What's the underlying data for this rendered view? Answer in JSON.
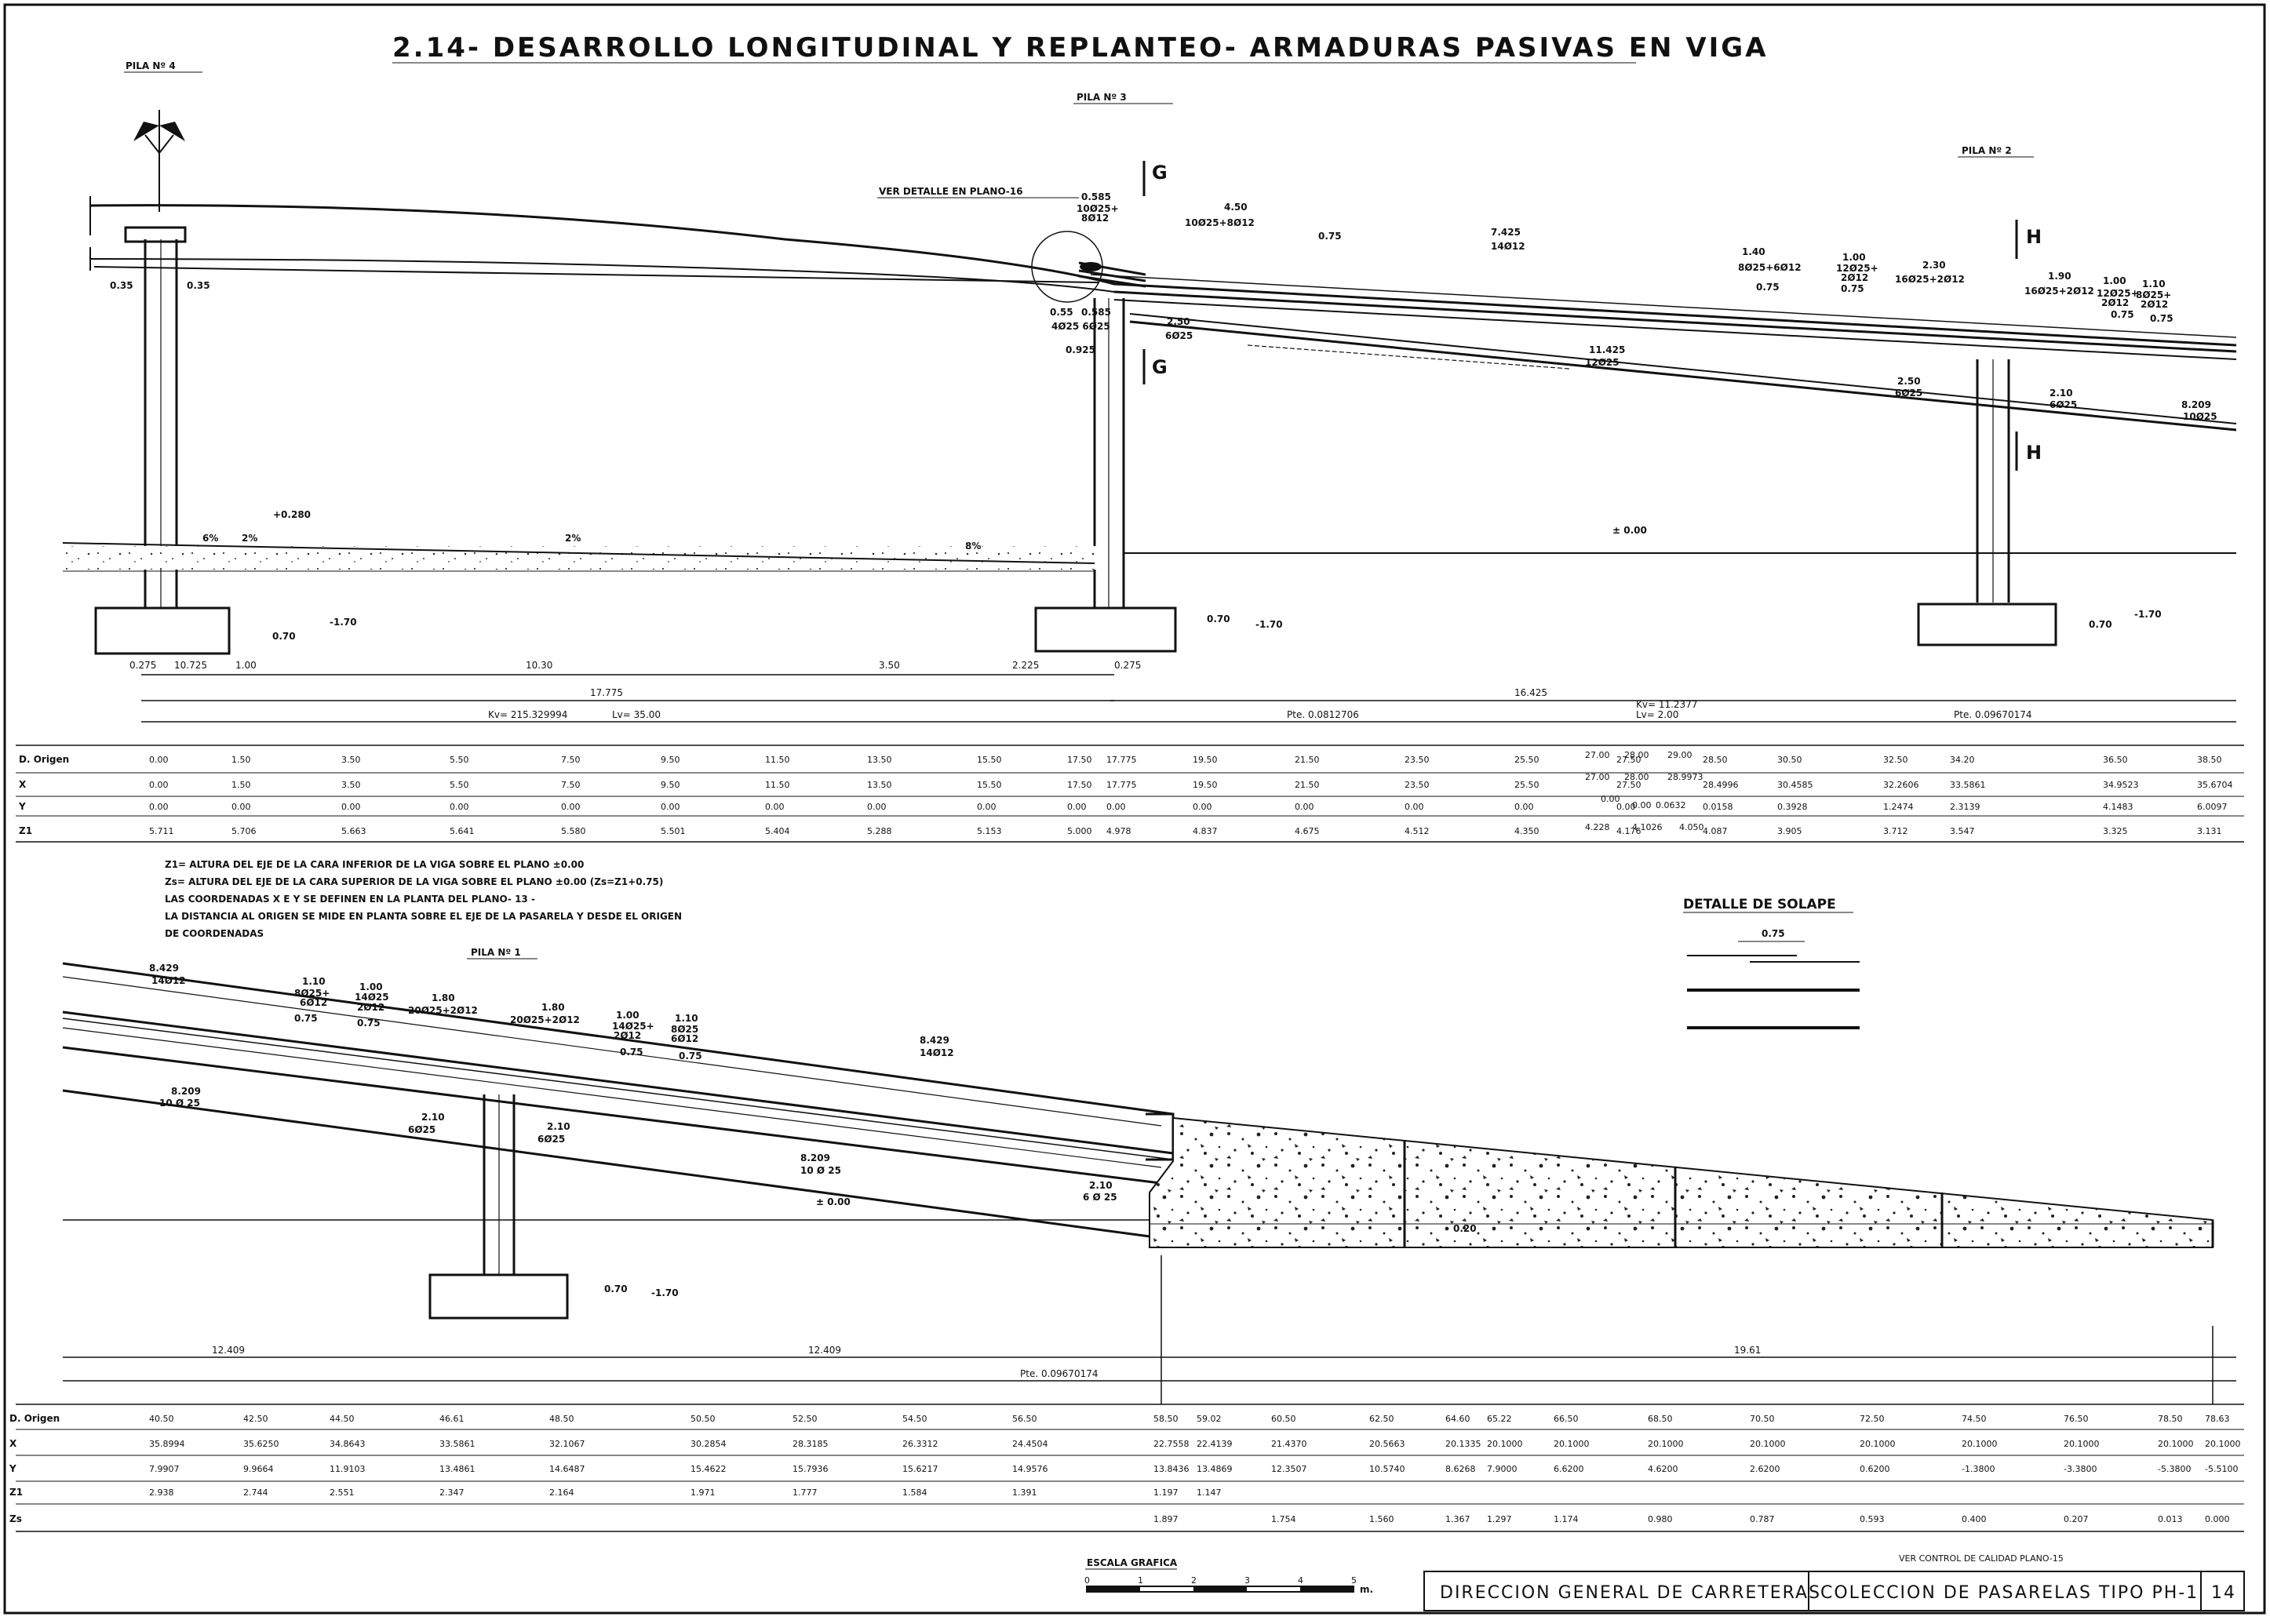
{
  "title": "2.14- DESARROLLO LONGITUDINAL Y REPLANTEO- ARMADURAS PASIVAS EN VIGA",
  "piers": {
    "p4": "PILA Nº 4",
    "p3": "PILA Nº 3",
    "p2": "PILA Nº 2",
    "p1": "PILA Nº 1"
  },
  "sections": {
    "g_top": "G",
    "g_bottom": "G",
    "h_top": "H",
    "h_bottom": "H"
  },
  "upper_drawing": {
    "ver_detalle": "VER DETALLE EN PLANO-16",
    "labels": [
      {
        "id": "u1",
        "t": "0.585"
      },
      {
        "id": "u2",
        "t": "10Ø25+"
      },
      {
        "id": "u3",
        "t": "8Ø12"
      },
      {
        "id": "u4",
        "t": "4.50"
      },
      {
        "id": "u5",
        "t": "10Ø25+8Ø12"
      },
      {
        "id": "u6",
        "t": "0.75"
      },
      {
        "id": "u7",
        "t": "7.425"
      },
      {
        "id": "u8",
        "t": "14Ø12"
      },
      {
        "id": "u9",
        "t": "1.40"
      },
      {
        "id": "u10",
        "t": "8Ø25+6Ø12"
      },
      {
        "id": "u11",
        "t": "0.75"
      },
      {
        "id": "u12",
        "t": "1.00"
      },
      {
        "id": "u13",
        "t": "12Ø25+"
      },
      {
        "id": "u14",
        "t": "2Ø12"
      },
      {
        "id": "u15",
        "t": "0.75"
      },
      {
        "id": "u16",
        "t": "2.30"
      },
      {
        "id": "u17",
        "t": "16Ø25+2Ø12"
      },
      {
        "id": "u18",
        "t": "1.90"
      },
      {
        "id": "u19",
        "t": "16Ø25+2Ø12"
      },
      {
        "id": "u20",
        "t": "1.00"
      },
      {
        "id": "u21",
        "t": "12Ø25+"
      },
      {
        "id": "u22",
        "t": "2Ø12"
      },
      {
        "id": "u23",
        "t": "0.75"
      },
      {
        "id": "u24",
        "t": "1.10"
      },
      {
        "id": "u25",
        "t": "8Ø25+"
      },
      {
        "id": "u26",
        "t": "2Ø12"
      },
      {
        "id": "u27",
        "t": "0.75"
      },
      {
        "id": "u28",
        "t": "0.35"
      },
      {
        "id": "u29",
        "t": "0.35"
      },
      {
        "id": "u30",
        "t": "0.55"
      },
      {
        "id": "u31",
        "t": "0.585"
      },
      {
        "id": "u32",
        "t": "4Ø25 6Ø25"
      },
      {
        "id": "u33",
        "t": "0.925"
      },
      {
        "id": "u34",
        "t": "2.50"
      },
      {
        "id": "u35",
        "t": "6Ø25"
      },
      {
        "id": "u36",
        "t": "11.425"
      },
      {
        "id": "u37",
        "t": "12Ø25"
      },
      {
        "id": "u38",
        "t": "2.50"
      },
      {
        "id": "u39",
        "t": "6Ø25"
      },
      {
        "id": "u40",
        "t": "2.10"
      },
      {
        "id": "u41",
        "t": "6Ø25"
      },
      {
        "id": "u42",
        "t": "8.209"
      },
      {
        "id": "u43",
        "t": "10Ø25"
      },
      {
        "id": "u44",
        "t": "+0.280"
      },
      {
        "id": "u45",
        "t": "6%"
      },
      {
        "id": "u46",
        "t": "2%"
      },
      {
        "id": "u47",
        "t": "2%"
      },
      {
        "id": "u48",
        "t": "8%"
      },
      {
        "id": "u49",
        "t": "± 0.00"
      },
      {
        "id": "u50",
        "t": "-1.70"
      },
      {
        "id": "u51",
        "t": "0.70"
      },
      {
        "id": "u52",
        "t": "-1.70"
      },
      {
        "id": "u53",
        "t": "0.70"
      },
      {
        "id": "u54",
        "t": "-1.70"
      },
      {
        "id": "u55",
        "t": "0.70"
      }
    ],
    "dims": [
      {
        "id": "d1",
        "t": "0.275"
      },
      {
        "id": "d2",
        "t": "10.725"
      },
      {
        "id": "d3",
        "t": "1.00"
      },
      {
        "id": "d4",
        "t": "10.30"
      },
      {
        "id": "d5",
        "t": "3.50"
      },
      {
        "id": "d6",
        "t": "2.225"
      },
      {
        "id": "d7",
        "t": "0.275"
      },
      {
        "id": "d8",
        "t": "17.775"
      },
      {
        "id": "d9",
        "t": "16.425"
      },
      {
        "id": "d10",
        "t": "Kv= 215.329994"
      },
      {
        "id": "d11",
        "t": "Lv= 35.00"
      },
      {
        "id": "d12",
        "t": "Kv= 11.2377"
      },
      {
        "id": "d13",
        "t": "Lv= 2.00"
      },
      {
        "id": "d14",
        "t": "Pte. 0.0812706"
      },
      {
        "id": "d15",
        "t": "Pte. 0.09670174"
      }
    ]
  },
  "table_upper": {
    "row_labels": [
      "D. Origen",
      "X",
      "Y",
      "Z1"
    ],
    "rows": [
      [
        "0.00",
        "1.50",
        "3.50",
        "5.50",
        "7.50",
        "9.50",
        "11.50",
        "13.50",
        "15.50",
        "17.50",
        "17.775",
        "19.50",
        "21.50",
        "23.50",
        "25.50",
        "27.50",
        "28.50",
        "30.50",
        "32.50",
        "34.20",
        "36.50",
        "38.50"
      ],
      [
        "0.00",
        "1.50",
        "3.50",
        "5.50",
        "7.50",
        "9.50",
        "11.50",
        "13.50",
        "15.50",
        "17.50",
        "17.775",
        "19.50",
        "21.50",
        "23.50",
        "25.50",
        "27.50",
        "28.4996",
        "30.4585",
        "32.2606",
        "33.5861",
        "34.9523",
        "35.6704"
      ],
      [
        "0.00",
        "0.00",
        "0.00",
        "0.00",
        "0.00",
        "0.00",
        "0.00",
        "0.00",
        "0.00",
        "0.00",
        "0.00",
        "0.00",
        "0.00",
        "0.00",
        "0.00",
        "0.00",
        "0.0158",
        "0.3928",
        "1.2474",
        "2.3139",
        "4.1483",
        "6.0097"
      ],
      [
        "5.711",
        "5.706",
        "5.663",
        "5.641",
        "5.580",
        "5.501",
        "5.404",
        "5.288",
        "5.153",
        "5.000",
        "4.978",
        "4.837",
        "4.675",
        "4.512",
        "4.350",
        "4.176",
        "4.087",
        "3.905",
        "3.712",
        "3.547",
        "3.325",
        "3.131"
      ]
    ],
    "extras": [
      {
        "id": "e1",
        "t": "27.00"
      },
      {
        "id": "e2",
        "t": "28.00"
      },
      {
        "id": "e3",
        "t": "29.00"
      },
      {
        "id": "e4",
        "t": "27.00"
      },
      {
        "id": "e5",
        "t": "28.00"
      },
      {
        "id": "e6",
        "t": "28.9973"
      },
      {
        "id": "e7",
        "t": "0.00"
      },
      {
        "id": "e8",
        "t": "0.00"
      },
      {
        "id": "e9",
        "t": "0.0632"
      },
      {
        "id": "e10",
        "t": "4.228"
      },
      {
        "id": "e11",
        "t": "4.1026"
      },
      {
        "id": "e12",
        "t": "4.050"
      }
    ]
  },
  "notes": [
    "Z1= ALTURA DEL EJE DE LA CARA INFERIOR DE LA VIGA SOBRE EL PLANO ±0.00",
    "Zs= ALTURA DEL EJE DE LA CARA SUPERIOR DE LA VIGA SOBRE EL PLANO ±0.00 (Zs=Z1+0.75)",
    "LAS COORDENADAS X E Y SE DEFINEN EN LA PLANTA DEL PLANO- 13 -",
    "LA DISTANCIA AL ORIGEN SE MIDE EN PLANTA SOBRE EL EJE DE LA PASARELA Y DESDE EL ORIGEN",
    "DE COORDENADAS"
  ],
  "detail": {
    "title": "DETALLE DE SOLAPE",
    "dim": "0.75"
  },
  "lower_drawing": {
    "labels": [
      {
        "id": "l1",
        "t": "8.429"
      },
      {
        "id": "l2",
        "t": "14Ø12"
      },
      {
        "id": "l3",
        "t": "1.10"
      },
      {
        "id": "l4",
        "t": "8Ø25+"
      },
      {
        "id": "l5",
        "t": "6Ø12"
      },
      {
        "id": "l6",
        "t": "0.75"
      },
      {
        "id": "l7",
        "t": "1.00"
      },
      {
        "id": "l8",
        "t": "14Ø25"
      },
      {
        "id": "l9",
        "t": "2Ø12"
      },
      {
        "id": "l10",
        "t": "0.75"
      },
      {
        "id": "l11",
        "t": "1.80"
      },
      {
        "id": "l12",
        "t": "20Ø25+2Ø12"
      },
      {
        "id": "l13",
        "t": "1.80"
      },
      {
        "id": "l14",
        "t": "20Ø25+2Ø12"
      },
      {
        "id": "l15",
        "t": "1.00"
      },
      {
        "id": "l16",
        "t": "14Ø25+"
      },
      {
        "id": "l17",
        "t": "2Ø12"
      },
      {
        "id": "l18",
        "t": "0.75"
      },
      {
        "id": "l19",
        "t": "1.10"
      },
      {
        "id": "l20",
        "t": "8Ø25"
      },
      {
        "id": "l21",
        "t": "6Ø12"
      },
      {
        "id": "l22",
        "t": "0.75"
      },
      {
        "id": "l23",
        "t": "8.429"
      },
      {
        "id": "l24",
        "t": "14Ø12"
      },
      {
        "id": "l25",
        "t": "8.209"
      },
      {
        "id": "l26",
        "t": "10 Ø 25"
      },
      {
        "id": "l27",
        "t": "2.10"
      },
      {
        "id": "l28",
        "t": "6Ø25"
      },
      {
        "id": "l29",
        "t": "2.10"
      },
      {
        "id": "l30",
        "t": "6Ø25"
      },
      {
        "id": "l31",
        "t": "8.209"
      },
      {
        "id": "l32",
        "t": "10 Ø 25"
      },
      {
        "id": "l33",
        "t": "2.10"
      },
      {
        "id": "l34",
        "t": "6 Ø 25"
      },
      {
        "id": "l35",
        "t": "± 0.00"
      },
      {
        "id": "l36",
        "t": "-1.70"
      },
      {
        "id": "l37",
        "t": "0.70"
      },
      {
        "id": "l38",
        "t": "0.20"
      }
    ],
    "dims": [
      {
        "id": "ld1",
        "t": "12.409"
      },
      {
        "id": "ld2",
        "t": "12.409"
      },
      {
        "id": "ld3",
        "t": "19.61"
      },
      {
        "id": "ld4",
        "t": "Pte. 0.09670174"
      }
    ]
  },
  "table_lower": {
    "row_labels": [
      "D. Origen",
      "X",
      "Y",
      "Z1",
      "Zs"
    ],
    "rows": [
      [
        "40.50",
        "42.50",
        "44.50",
        "46.61",
        "48.50",
        "50.50",
        "52.50",
        "54.50",
        "56.50",
        "58.50",
        "59.02",
        "60.50",
        "62.50",
        "64.60",
        "65.22",
        "66.50",
        "68.50",
        "70.50",
        "72.50",
        "74.50",
        "76.50",
        "78.50",
        "78.63"
      ],
      [
        "35.8994",
        "35.6250",
        "34.8643",
        "33.5861",
        "32.1067",
        "30.2854",
        "28.3185",
        "26.3312",
        "24.4504",
        "22.7558",
        "22.4139",
        "21.4370",
        "20.5663",
        "20.1335",
        "20.1000",
        "20.1000",
        "20.1000",
        "20.1000",
        "20.1000",
        "20.1000",
        "20.1000",
        "20.1000",
        "20.1000"
      ],
      [
        "7.9907",
        "9.9664",
        "11.9103",
        "13.4861",
        "14.6487",
        "15.4622",
        "15.7936",
        "15.6217",
        "14.9576",
        "13.8436",
        "13.4869",
        "12.3507",
        "10.5740",
        "8.6268",
        "7.9000",
        "6.6200",
        "4.6200",
        "2.6200",
        "0.6200",
        "-1.3800",
        "-3.3800",
        "-5.3800",
        "-5.5100"
      ],
      [
        "2.938",
        "2.744",
        "2.551",
        "2.347",
        "2.164",
        "1.971",
        "1.777",
        "1.584",
        "1.391",
        "1.197",
        "1.147",
        "",
        "",
        "",
        "",
        "",
        "",
        "",
        "",
        "",
        "",
        "",
        ""
      ],
      [
        "",
        "",
        "",
        "",
        "",
        "",
        "",
        "",
        "",
        "1.897",
        "",
        "1.754",
        "1.560",
        "1.367",
        "1.297",
        "1.174",
        "0.980",
        "0.787",
        "0.593",
        "0.400",
        "0.207",
        "0.013",
        "0.000"
      ]
    ]
  },
  "footer": {
    "escala": "ESCALA GRAFICA",
    "scale_ticks": [
      "0",
      "1",
      "2",
      "3",
      "4",
      "5"
    ],
    "scale_unit": "m.",
    "ver_control": "VER CONTROL DE CALIDAD PLANO-15",
    "direccion": "DIRECCION GENERAL DE CARRETERAS",
    "coleccion": "COLECCION DE PASARELAS TIPO PH-1",
    "sheet_no": "14"
  }
}
